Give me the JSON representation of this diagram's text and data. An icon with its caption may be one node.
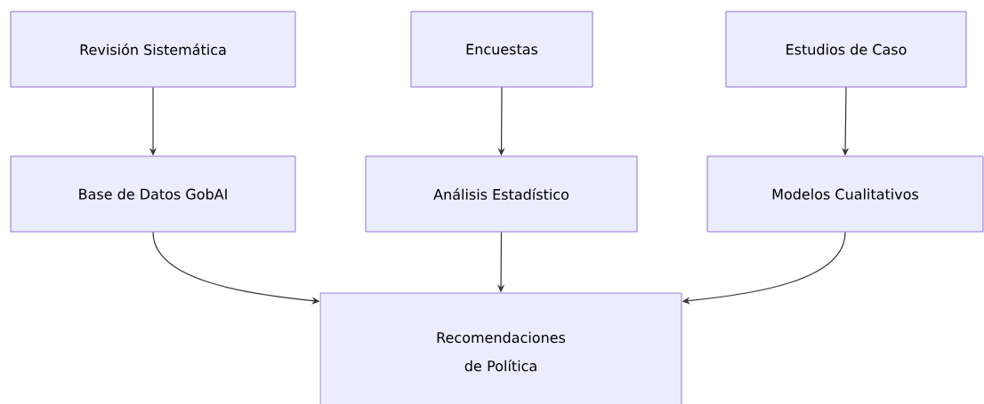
{
  "diagram": {
    "nodes": [
      {
        "text": [
          "Revisión Sistemática"
        ]
      },
      {
        "text": [
          "Encuestas"
        ]
      },
      {
        "text": [
          "Estudios de Caso"
        ]
      },
      {
        "text": [
          "Base de Datos GobAI"
        ]
      },
      {
        "text": [
          "Análisis Estadístico"
        ]
      },
      {
        "text": [
          "Modelos Cualitativos"
        ]
      },
      {
        "text": [
          "Recomendaciones de Política"
        ]
      }
    ],
    "edges": [
      {
        "from": 0,
        "to": 3,
        "arrow": "to"
      },
      {
        "from": 1,
        "to": 4,
        "arrow": "to"
      },
      {
        "from": 2,
        "to": 5,
        "arrow": "to"
      },
      {
        "from": 3,
        "to": 6,
        "arrow": "to"
      },
      {
        "from": 4,
        "to": 6,
        "arrow": "to"
      },
      {
        "from": 5,
        "to": 6,
        "arrow": "to"
      }
    ]
  }
}
